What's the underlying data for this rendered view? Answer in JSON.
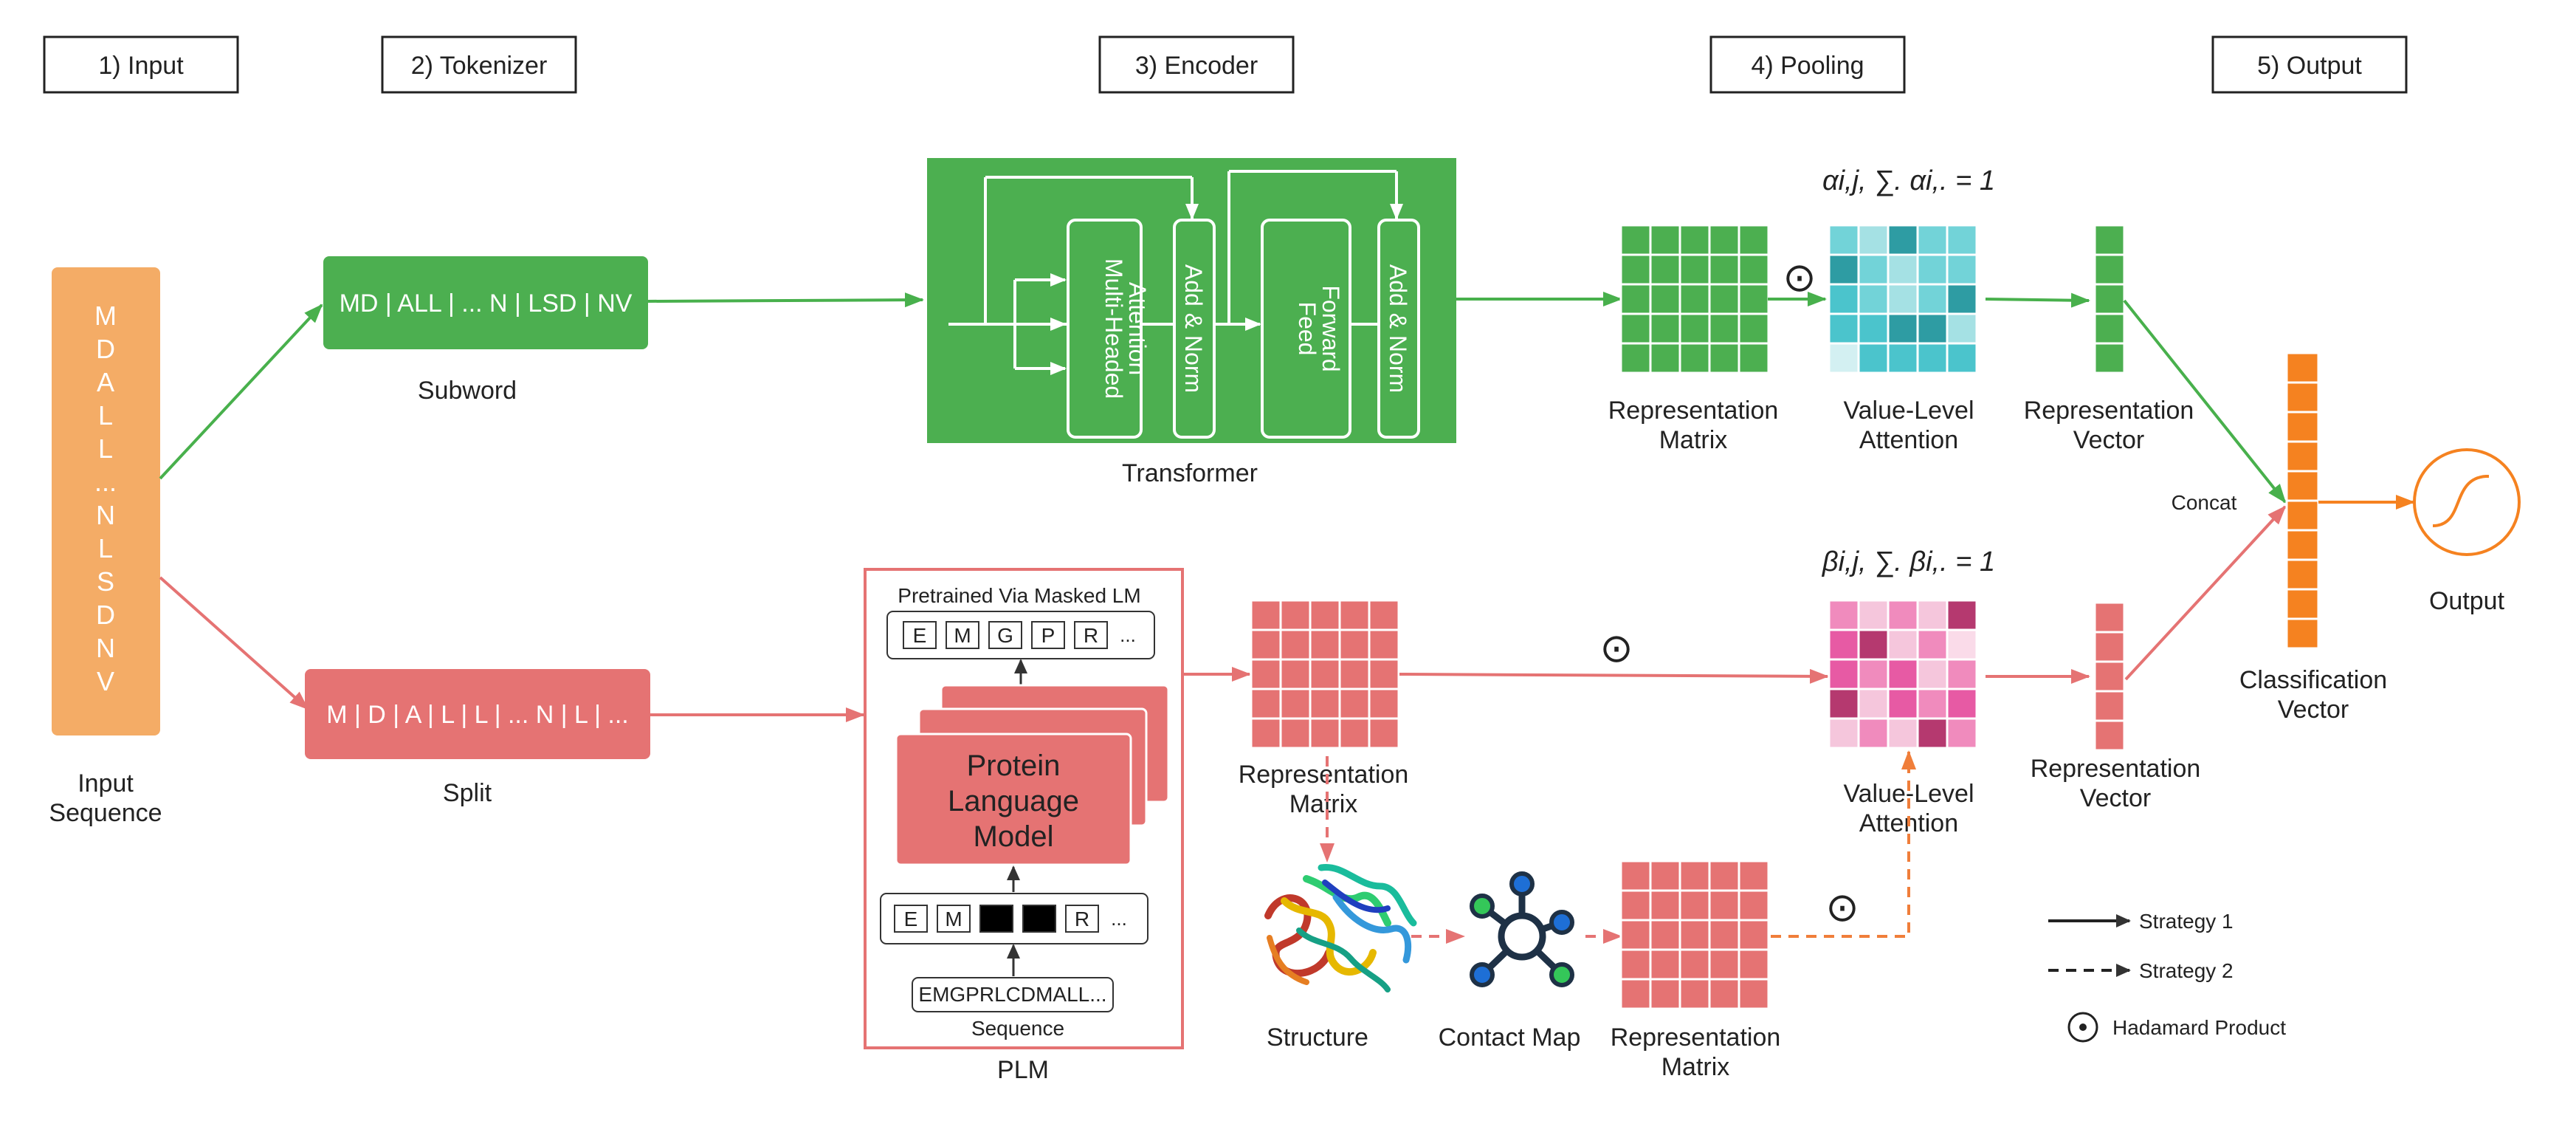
{
  "stages": [
    "1) Input",
    "2) Tokenizer",
    "3) Encoder",
    "4) Pooling",
    "5) Output"
  ],
  "input": {
    "sequence_chars": [
      "M",
      "D",
      "A",
      "L",
      "L",
      "...",
      "N",
      "L",
      "S",
      "D",
      "N",
      "V"
    ],
    "label_line1": "Input",
    "label_line2": "Sequence"
  },
  "tokenizer": {
    "subword_tokens": "MD | ALL | ... N | LSD | NV",
    "subword_label": "Subword",
    "split_tokens": "M | D | A | L | L | ... N | L | ...",
    "split_label": "Split"
  },
  "transformer": {
    "mha_line1": "Multi-Headed",
    "mha_line2": "Attention",
    "add_norm": "Add & Norm",
    "ff_line1": "Feed",
    "ff_line2": "Forward",
    "label": "Transformer"
  },
  "plm": {
    "pretrained_label": "Pretrained Via Masked LM",
    "output_tokens": [
      "E",
      "M",
      "G",
      "P",
      "R",
      "..."
    ],
    "model_line1": "Protein",
    "model_line2": "Language",
    "model_line3": "Model",
    "masked_tokens": [
      "E",
      "M",
      "",
      "",
      "R",
      "..."
    ],
    "sequence_value": "EMGPRLCDMALL...",
    "sequence_label": "Sequence",
    "label": "PLM"
  },
  "pooling": {
    "alpha_formula": "αi,j, ∑. αi,. = 1",
    "beta_formula": "βi,j, ∑. βi,. = 1",
    "hadamard_symbol": "⊙",
    "rep_matrix_line1": "Representation",
    "rep_matrix_line2": "Matrix",
    "value_attn_line1": "Value-Level",
    "value_attn_line2": "Attention",
    "rep_vector_line1": "Representation",
    "rep_vector_line2": "Vector",
    "structure_label": "Structure",
    "contact_map_label": "Contact Map"
  },
  "output": {
    "concat_label": "Concat",
    "class_vector_line1": "Classification",
    "class_vector_line2": "Vector",
    "output_label": "Output"
  },
  "legend": {
    "strategy1": "Strategy 1",
    "strategy2": "Strategy 2",
    "hadamard": "Hadamard Product"
  },
  "colors": {
    "green": "#4caf50",
    "green_line": "#48b04c",
    "red": "#e57373",
    "orange_input": "#f4ac66",
    "orange_vector": "#f58220",
    "dashed_orange": "#f07e3a",
    "teal_palette": [
      "#a5e1e4",
      "#72d3d8",
      "#4bc4cc",
      "#2e9ca3",
      "#d3f0f2"
    ],
    "pink_palette": [
      "#f5c6dc",
      "#f08bbd",
      "#e75aa4",
      "#b5396f",
      "#fadbe9"
    ]
  }
}
